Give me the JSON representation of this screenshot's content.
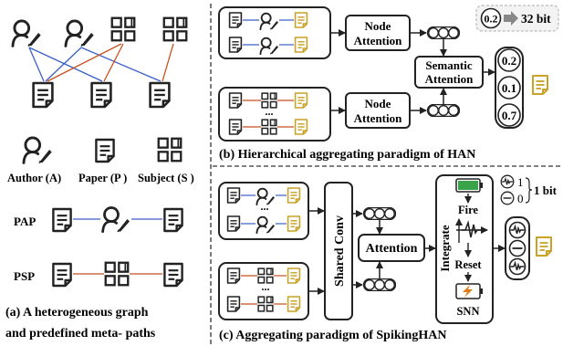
{
  "left_panel": {
    "legend": {
      "author_label": "Author (A)",
      "paper_label": "Paper (P )",
      "subject_label": "Subject (S )"
    },
    "metapaths": {
      "pap_label": "PAP",
      "psp_label": "PSP"
    },
    "caption_line1": "(a) A heterogeneous graph",
    "caption_line2": "and predefined meta- paths"
  },
  "top_right_panel": {
    "node_attention_top_line1": "Node",
    "node_attention_top_line2": "Attention",
    "node_attention_bottom_line1": "Node",
    "node_attention_bottom_line2": "Attention",
    "semantic_attention_line1": "Semantic",
    "semantic_attention_line2": "Attention",
    "ellipsis": "...",
    "precision_value": "0.2",
    "precision_bits": "32 bit",
    "output_values": [
      "0.2",
      "0.1",
      "0.7"
    ],
    "caption": "(b) Hierarchical aggregating paradigm of HAN"
  },
  "bottom_right_panel": {
    "shared_conv_label": "Shared Conv",
    "attention_label": "Attention",
    "integrate_label": "Integrate",
    "fire_label": "Fire",
    "reset_label": "Reset",
    "snn_label": "SNN",
    "ellipsis": "...",
    "spike_one": "1",
    "spike_zero": "0",
    "spike_bits": "1 bit",
    "caption": "(c) Aggregating paradigm of  SpikingHAN"
  },
  "colors": {
    "edge_blue": "#3a5fc8",
    "edge_orange": "#c8501e",
    "paper_gold": "#c9a227",
    "battery_green": "#3aa34a",
    "battery_orange": "#e07b1a",
    "dashed_divider": "#333333"
  }
}
